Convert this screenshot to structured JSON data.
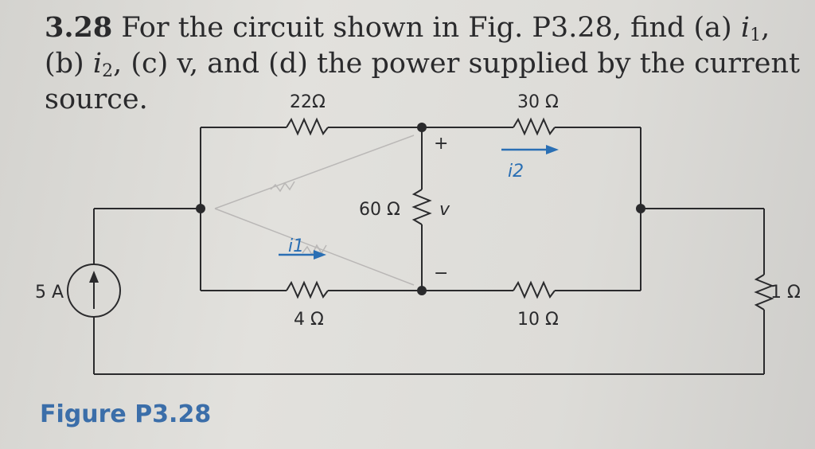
{
  "problem": {
    "number": "3.28",
    "line1": "For the circuit shown in Fig. P3.28, find (a)",
    "var_i": "i",
    "sub1": "1",
    "sub2": "2",
    "part_b": "(b)",
    "line2": "(c) v, and (d) the power supplied by the current",
    "line3": "source."
  },
  "circuit": {
    "r22": "22Ω",
    "r30": "30 Ω",
    "r60": "60 Ω",
    "r4": "4 Ω",
    "r10": "10 Ω",
    "r1": "1 Ω",
    "source": "5 A",
    "plus": "+",
    "minus": "−",
    "v": "v",
    "i1": "i1",
    "i2": "i2"
  },
  "figure": {
    "caption": "Figure P3.28"
  },
  "colors": {
    "ink": "#2a2a2c",
    "accent_blue": "#2a6fb4",
    "caption_blue": "#3b6ea9",
    "paper": "#dcdbd7"
  }
}
